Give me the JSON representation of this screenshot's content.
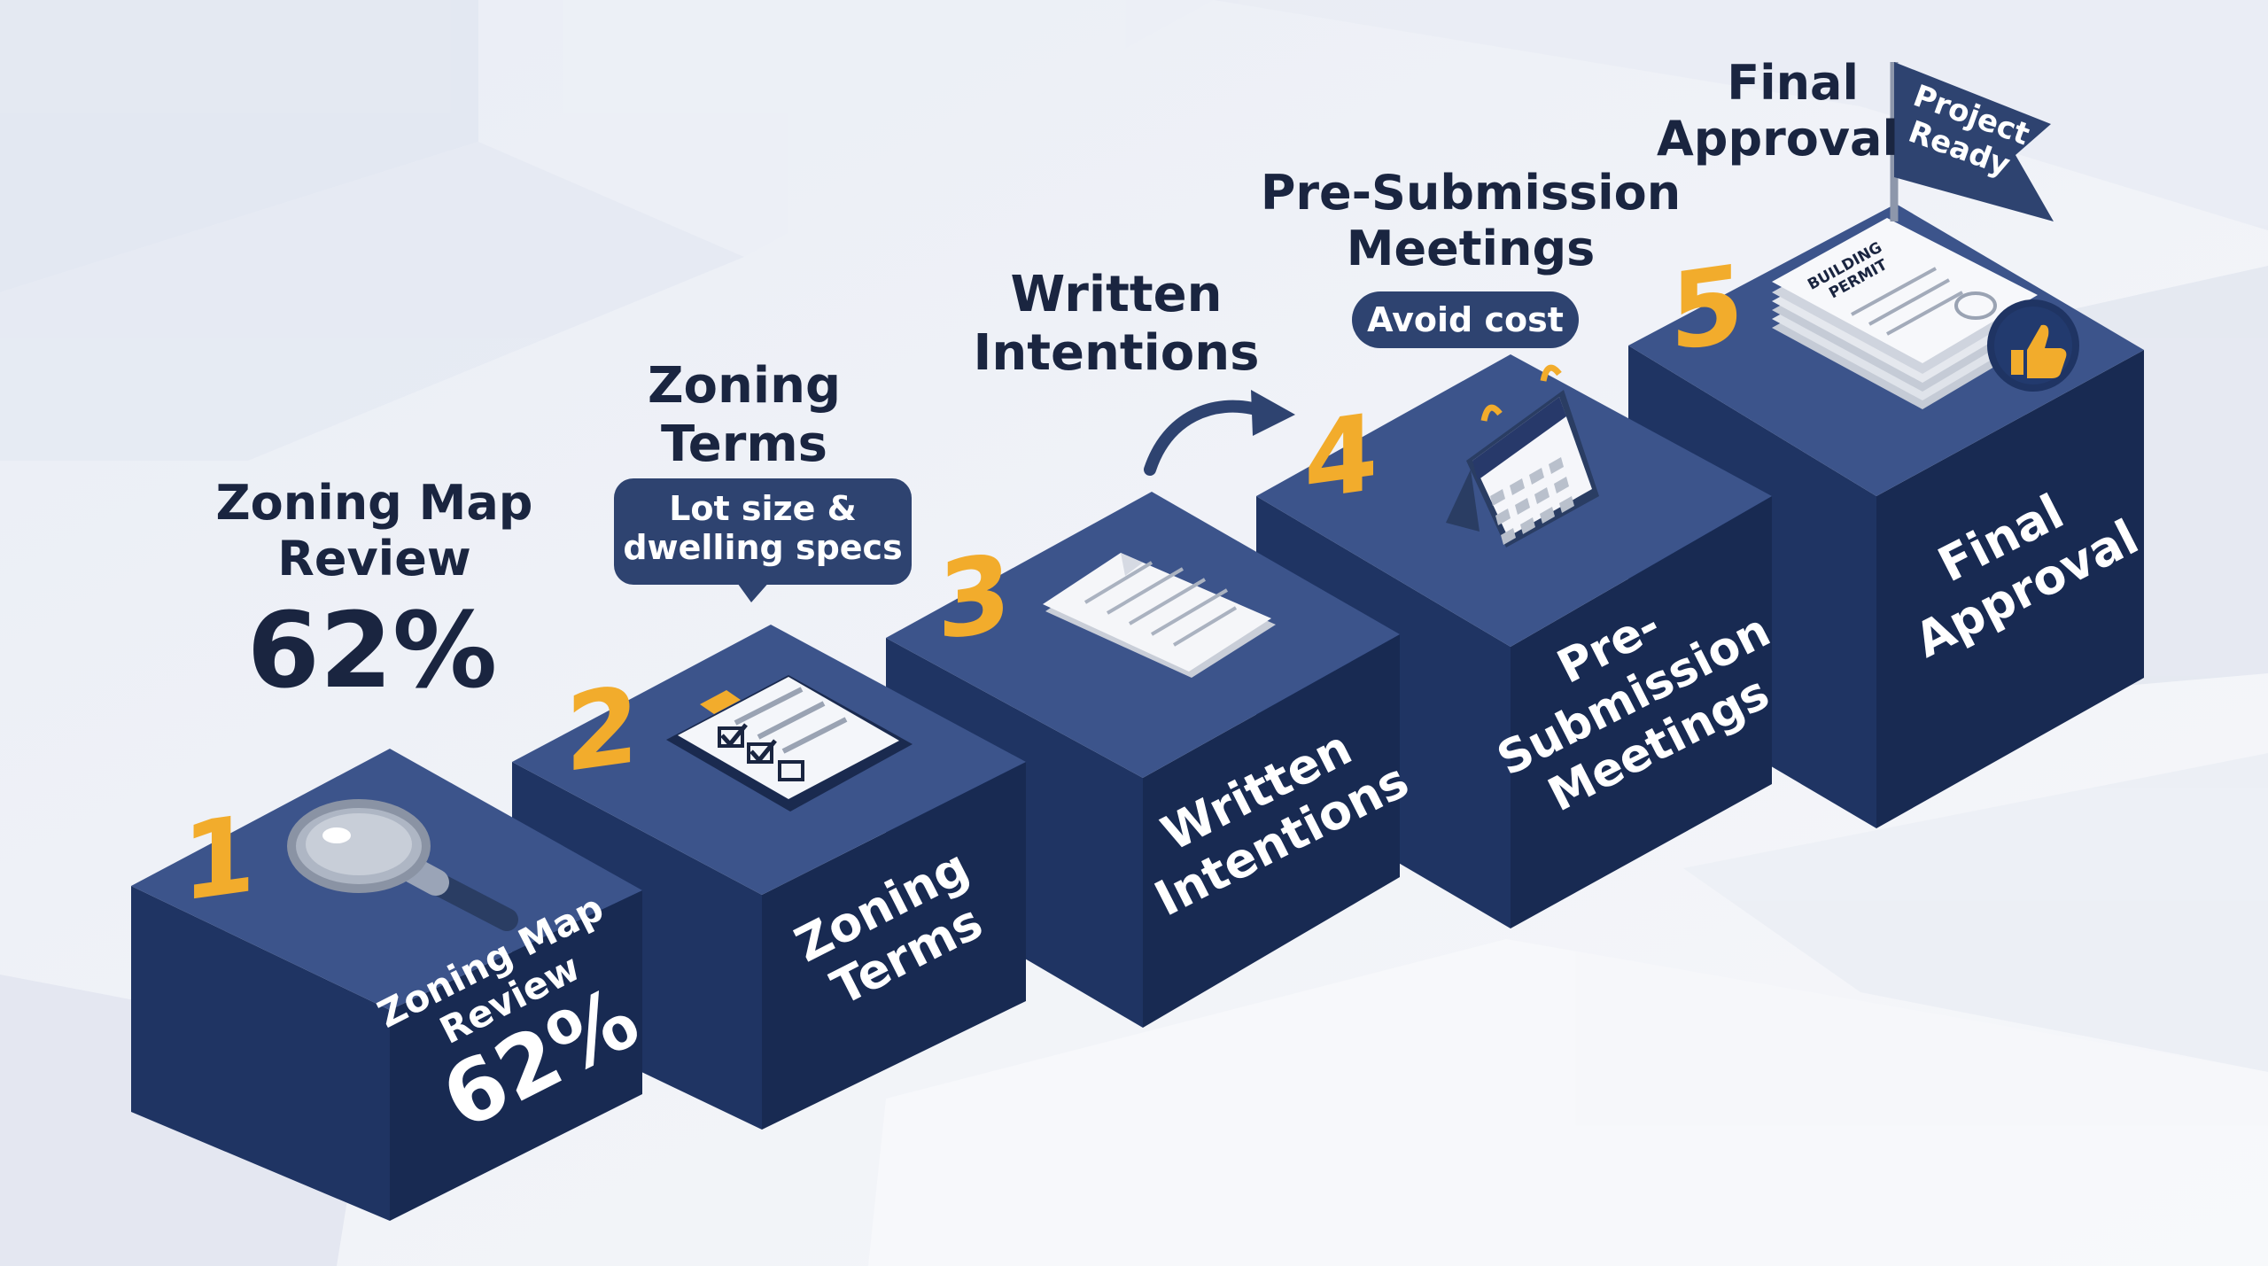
{
  "steps": [
    {
      "number": "1",
      "title_lines": [
        "Zoning Map",
        "Review"
      ],
      "stat": "62%",
      "face_lines": [
        "Zoning Map",
        "Review",
        "62%"
      ],
      "icon": "magnifier-icon"
    },
    {
      "number": "2",
      "title_lines": [
        "Zoning",
        "Terms"
      ],
      "bubble_lines": [
        "Lot size &",
        "dwelling specs"
      ],
      "face_lines": [
        "Zoning",
        "Terms"
      ],
      "icon": "clipboard-checklist-icon"
    },
    {
      "number": "3",
      "title_lines": [
        "Written",
        "Intentions"
      ],
      "face_lines": [
        "Written",
        "Intentions"
      ],
      "icon": "document-icon"
    },
    {
      "number": "4",
      "title_lines": [
        "Pre-Submission",
        "Meetings"
      ],
      "bubble_lines": [
        "Avoid cost"
      ],
      "face_lines": [
        "Pre-",
        "Submission",
        "Meetings"
      ],
      "icon": "calendar-icon"
    },
    {
      "number": "5",
      "title_lines": [
        "Final",
        "Approval"
      ],
      "flag_lines": [
        "Project",
        "Ready"
      ],
      "face_lines": [
        "Final",
        "Approval"
      ],
      "icon": "building-permit-icon",
      "permit_lines": [
        "BUILDING",
        "PERMIT"
      ],
      "badge_icon": "thumbs-up-icon"
    }
  ],
  "colors": {
    "block_side": "#1f3463",
    "block_top": "#3c548b",
    "block_right": "#182a52",
    "accent": "#f2ac2c",
    "text_dark": "#1a2540",
    "background": "#eef1f7"
  }
}
